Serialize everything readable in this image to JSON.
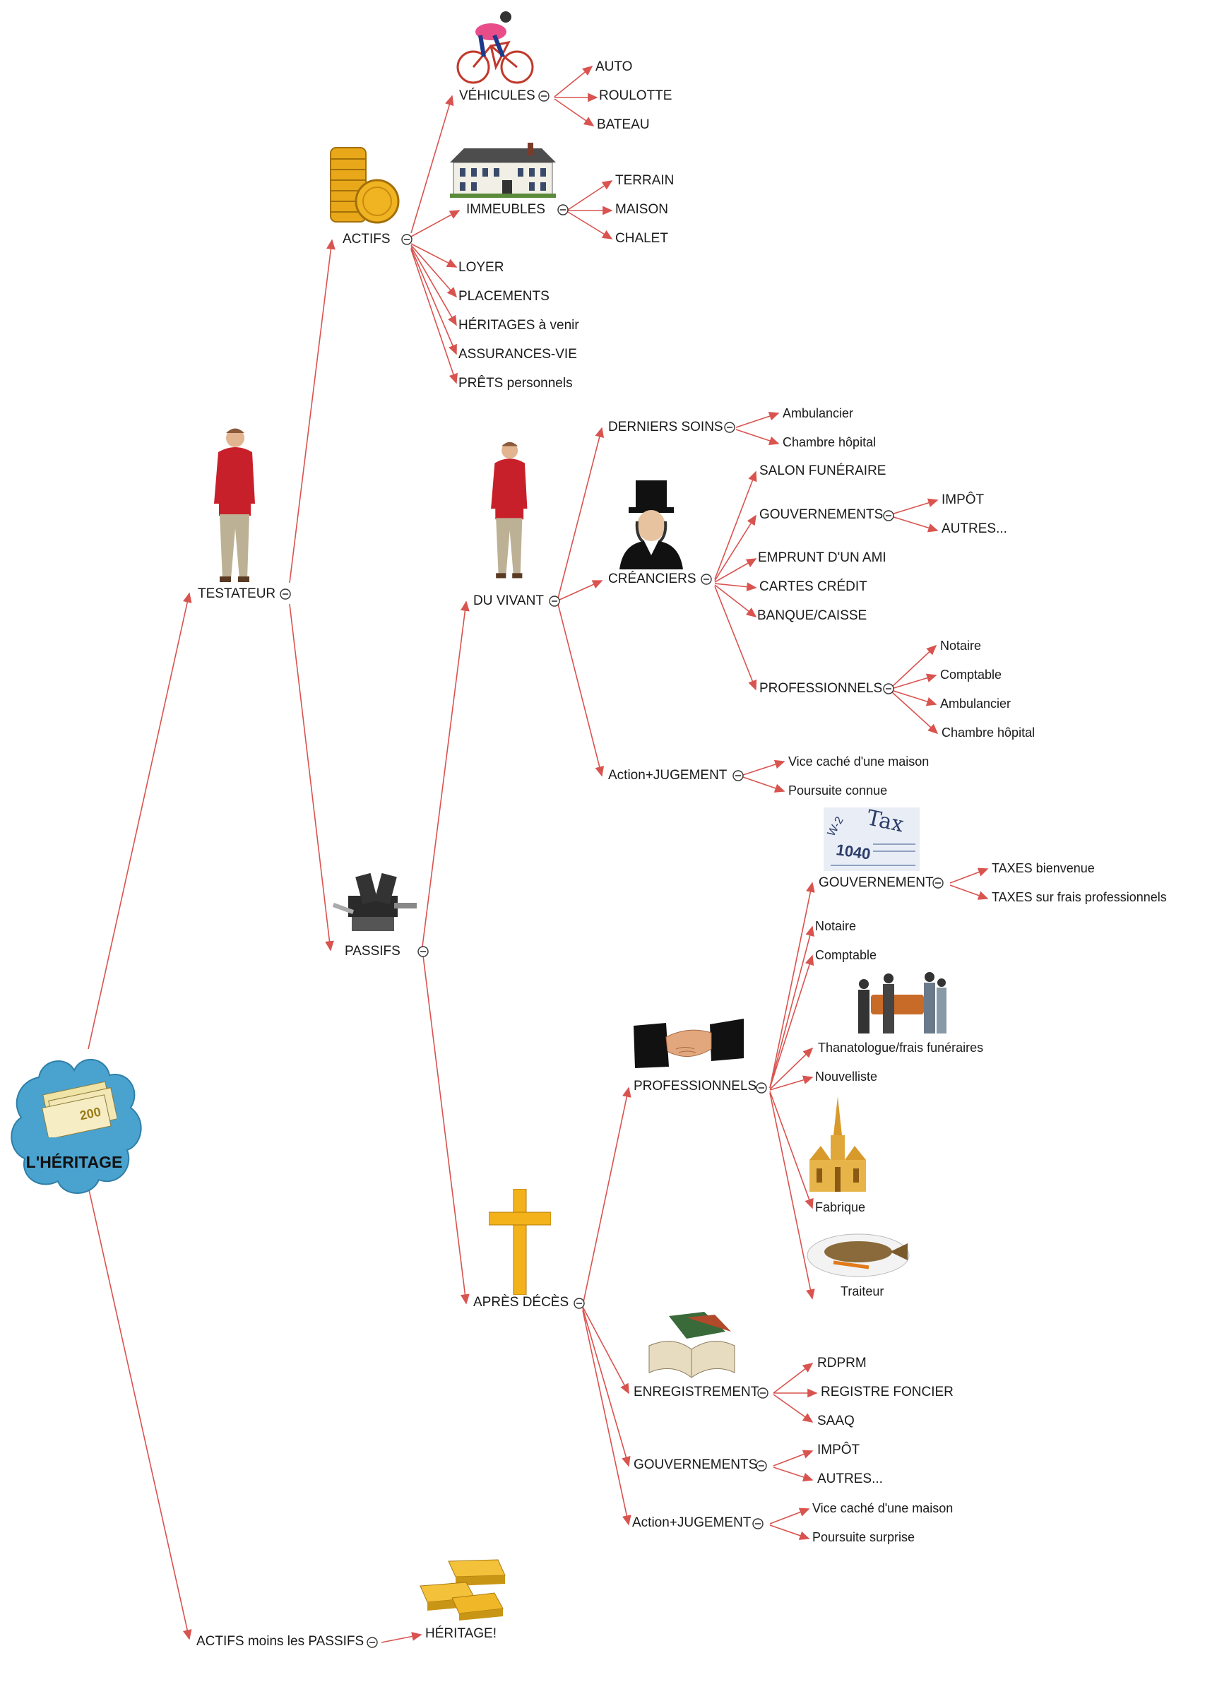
{
  "root": {
    "label": "L'HÉRITAGE"
  },
  "nodes": {
    "testateur": "TESTATEUR",
    "actifs": "ACTIFS",
    "vehicules": "VÉHICULES",
    "auto": "AUTO",
    "roulotte": "ROULOTTE",
    "bateau": "BATEAU",
    "immeubles": "IMMEUBLES",
    "terrain": "TERRAIN",
    "maison": "MAISON",
    "chalet": "CHALET",
    "loyer": "LOYER",
    "placements": "PLACEMENTS",
    "heritages_venir": "HÉRITAGES à venir",
    "assurances_vie": "ASSURANCES-VIE",
    "prets_personnels": "PRÊTS personnels",
    "passifs": "PASSIFS",
    "du_vivant": "DU VIVANT",
    "derniers_soins": "DERNIERS SOINS",
    "ambulancier_1": "Ambulancier",
    "chambre_hopital_1": "Chambre hôpital",
    "creanciers": "CRÉANCIERS",
    "salon_funeraire": "SALON FUNÉRAIRE",
    "gouvernements_1": "GOUVERNEMENTS",
    "impot_1": "IMPÔT",
    "autres_1": "AUTRES...",
    "emprunt_ami": "EMPRUNT D'UN AMI",
    "cartes_credit": "CARTES CRÉDIT",
    "banque_caisse": "BANQUE/CAISSE",
    "professionnels_1": "PROFESSIONNELS",
    "notaire_1": "Notaire",
    "comptable_1": "Comptable",
    "ambulancier_2": "Ambulancier",
    "chambre_hopital_2": "Chambre hôpital",
    "action_jugement_1": "Action+JUGEMENT",
    "vice_cache_1": "Vice caché d'une maison",
    "poursuite_connue": "Poursuite connue",
    "apres_deces": "APRÈS DÉCÈS",
    "professionnels_2": "PROFESSIONNELS",
    "gouvernement": "GOUVERNEMENT",
    "taxes_bienvenue": "TAXES bienvenue",
    "taxes_frais_pro": "TAXES sur frais professionnels",
    "notaire_2": "Notaire",
    "comptable_2": "Comptable",
    "thanatologue": "Thanatologue/frais funéraires",
    "nouvelliste": "Nouvelliste",
    "fabrique": "Fabrique",
    "traiteur": "Traiteur",
    "enregistrement": "ENREGISTREMENT",
    "rdprm": "RDPRM",
    "registre_foncier": "REGISTRE FONCIER",
    "saaq": "SAAQ",
    "gouvernements_2": "GOUVERNEMENTS",
    "impot_2": "IMPÔT",
    "autres_2": "AUTRES...",
    "action_jugement_2": "Action+JUGEMENT",
    "vice_cache_2": "Vice caché d'une maison",
    "poursuite_surprise": "Poursuite surprise",
    "actifs_moins_passifs": "ACTIFS moins les PASSIFS",
    "heritage_final": "HÉRITAGE!"
  },
  "colors": {
    "link": "#d9534f",
    "root_fill": "#4aa3cf",
    "text": "#1a1a1a"
  },
  "icons": [
    "money-bills-icon",
    "cyclist-icon",
    "coins-icon",
    "building-icon",
    "man-red-sweater-icon",
    "top-hat-man-icon",
    "vise-icon",
    "tax-form-icon",
    "handshake-icon",
    "pallbearers-icon",
    "church-icon",
    "fish-platter-icon",
    "cross-icon",
    "open-book-icon",
    "gold-bars-icon",
    "collapse-icon"
  ]
}
